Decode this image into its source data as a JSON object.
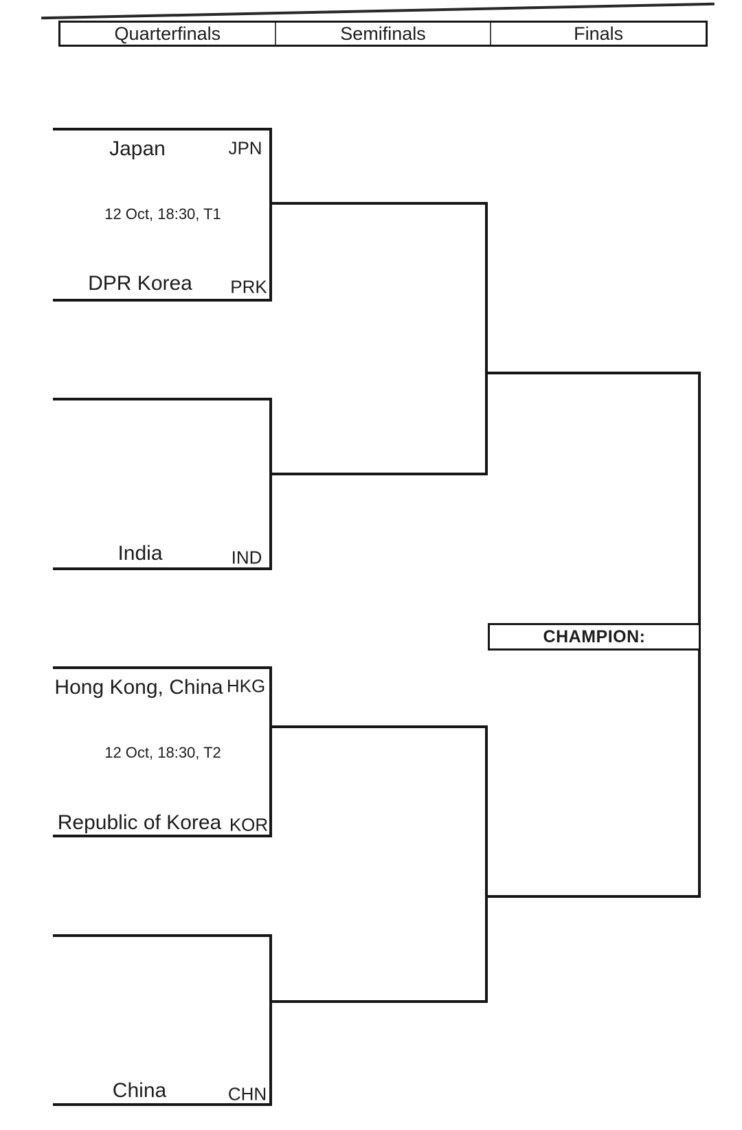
{
  "header": {
    "columns": [
      "Quarterfinals",
      "Semifinals",
      "Finals"
    ]
  },
  "bracket": {
    "quarterfinals": [
      {
        "schedule": "12 Oct, 18:30, T1",
        "top": {
          "name": "Japan",
          "code": "JPN"
        },
        "bottom": {
          "name": "DPR Korea",
          "code": "PRK"
        }
      },
      {
        "schedule": "",
        "top": {
          "name": "",
          "code": ""
        },
        "bottom": {
          "name": "India",
          "code": "IND"
        }
      },
      {
        "schedule": "12 Oct, 18:30, T2",
        "top": {
          "name": "Hong Kong, China",
          "code": "HKG"
        },
        "bottom": {
          "name": "Republic of Korea",
          "code": "KOR"
        }
      },
      {
        "schedule": "",
        "top": {
          "name": "",
          "code": ""
        },
        "bottom": {
          "name": "China",
          "code": "CHN"
        }
      }
    ],
    "final": {
      "champion_label": "CHAMPION:"
    }
  },
  "colors": {
    "line": "#161616",
    "text": "#1d1d1d",
    "background": "#ffffff"
  }
}
